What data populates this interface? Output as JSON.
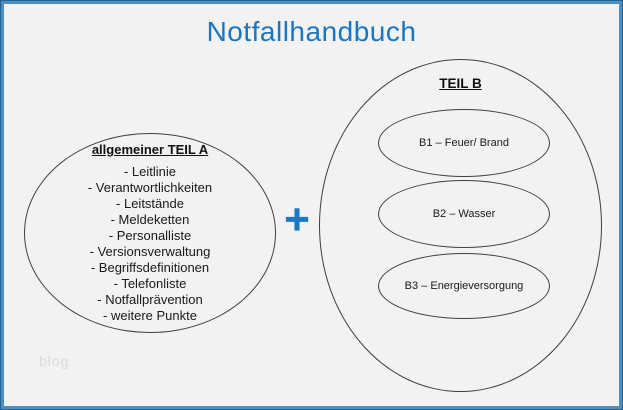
{
  "page": {
    "title": "Notfallhandbuch",
    "plus_sign": "+",
    "watermark": "blog"
  },
  "colors": {
    "title_blue": "#1b76bd",
    "plus_blue": "#1a78c4",
    "border_blue": "#4a90c6",
    "background": "#f2f2f2",
    "ellipse_stroke": "#3f3f3f"
  },
  "left_ellipse": {
    "title": "allgemeiner TEIL A",
    "items": [
      "- Leitlinie",
      "- Verantwortlichkeiten",
      "- Leitstände",
      "- Meldeketten",
      "- Personalliste",
      "- Versionsverwaltung",
      "- Begriffsdefinitionen",
      "- Telefonliste",
      "- Notfallprävention",
      "- weitere Punkte"
    ]
  },
  "right_ellipse": {
    "title": "TEIL B",
    "sub_ellipses": [
      {
        "id": "B1",
        "label": "B1 – Feuer/ Brand"
      },
      {
        "id": "B2",
        "label": "B2 – Wasser"
      },
      {
        "id": "B3",
        "label": "B3 – Energieversorgung"
      }
    ]
  }
}
